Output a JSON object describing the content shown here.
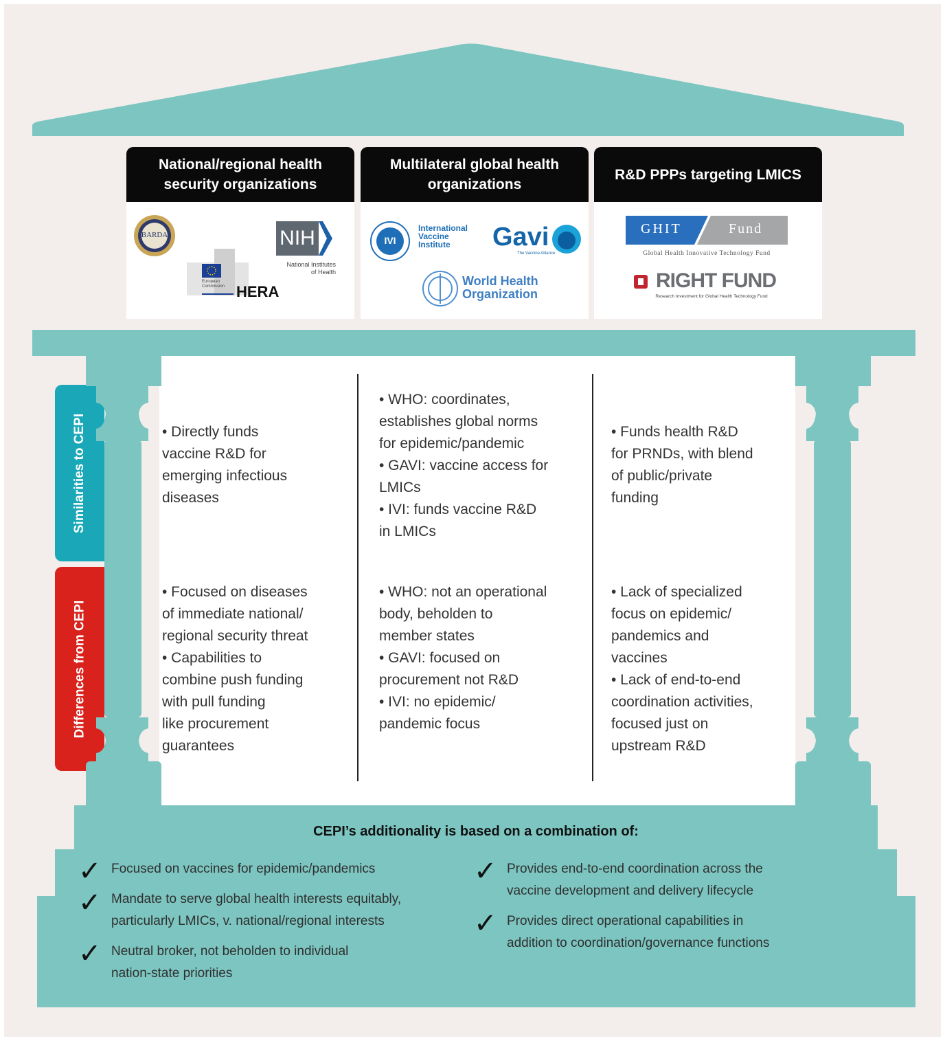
{
  "columns": [
    {
      "header": "National/regional health\nsecurity organizations",
      "logos": {
        "barda": "BARDA",
        "nih": "NIH",
        "nih_name": "National Institutes\nof Health",
        "ec": "European\nCommission",
        "hera": "HERA"
      },
      "similarities": "• Directly funds\nvaccine R&D for\nemerging infectious\ndiseases",
      "differences": "• Focused on diseases\nof immediate national/\nregional security threat\n• Capabilities to\ncombine push funding\nwith pull funding\nlike procurement\nguarantees"
    },
    {
      "header": "Multilateral global health\norganizations",
      "logos": {
        "ivi_badge": "IVI",
        "ivi_name": "International\nVaccine\nInstitute",
        "gavi": "Gavi",
        "gavi_tag": "The Vaccine Alliance",
        "who": "World Health\nOrganization"
      },
      "similarities": "• WHO: coordinates,\nestablishes global norms\nfor epidemic/pandemic\n• GAVI: vaccine access for\nLMICs\n• IVI: funds vaccine R&D\nin LMICs",
      "differences": "• WHO: not an operational\nbody, beholden to\nmember states\n• GAVI: focused on\nprocurement not R&D\n• IVI: no epidemic/\npandemic focus"
    },
    {
      "header": "R&D PPPs targeting LMICS",
      "logos": {
        "ghit_left": "GHIT",
        "ghit_right": "Fund",
        "ghit_name": "Global Health Innovative Technology Fund",
        "right_fund": "RIGHT FUND",
        "right_fund_sub": "Research Investment for Global Health Technology Fund"
      },
      "similarities": "• Funds health R&D\nfor PRNDs, with blend\nof public/private\nfunding",
      "differences": "• Lack of specialized\nfocus on epidemic/\npandemics and\nvaccines\n• Lack of end-to-end\ncoordination activities,\nfocused just on\nupstream R&D"
    }
  ],
  "tabs": {
    "similarities": "Similarities to CEPI",
    "differences": "Differences from CEPI"
  },
  "base": {
    "title": "CEPI’s additionality is based on a combination of:",
    "left_items": [
      "Focused on vaccines for epidemic/pandemics",
      "Mandate to serve global health interests equitably,\nparticularly LMICs, v. national/regional interests",
      "Neutral broker, not beholden to individual\nnation-state priorities"
    ],
    "right_items": [
      "Provides end-to-end coordination across the\nvaccine development and delivery lifecycle",
      "Provides direct operational capabilities in\naddition to coordination/governance functions"
    ],
    "check_glyph": "✓"
  },
  "colors": {
    "teal": "#7cc5c0",
    "similarities_tab": "#1aa8b8",
    "differences_tab": "#d9221c",
    "header_bg": "#0a0a0a",
    "background": "#f3eeeb"
  }
}
